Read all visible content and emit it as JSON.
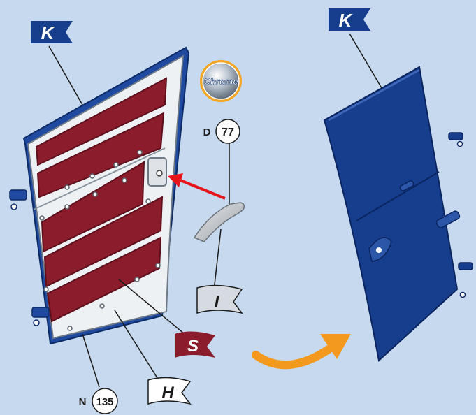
{
  "colors": {
    "background": "#c6d9ee",
    "door_blue": "#173e8c",
    "panel_red": "#8a1c2c",
    "frame_light": "#eef1f4",
    "arrow_red": "#e8141b",
    "arrow_orange": "#f39a1e",
    "chrome_ring": "#f3a623",
    "flag_white": "#ffffff"
  },
  "flags": {
    "k_left": "K",
    "k_right": "K",
    "s": "S",
    "i": "I",
    "h": "H"
  },
  "badge": {
    "chrome": "Chrome"
  },
  "parts": {
    "d_prefix": "D",
    "d_number": "77",
    "n_prefix": "N",
    "n_number": "135"
  },
  "icons": [
    "flag-icon",
    "chrome-badge-icon",
    "red-arrow-icon",
    "orange-curved-arrow-icon",
    "door-handle-icon"
  ]
}
